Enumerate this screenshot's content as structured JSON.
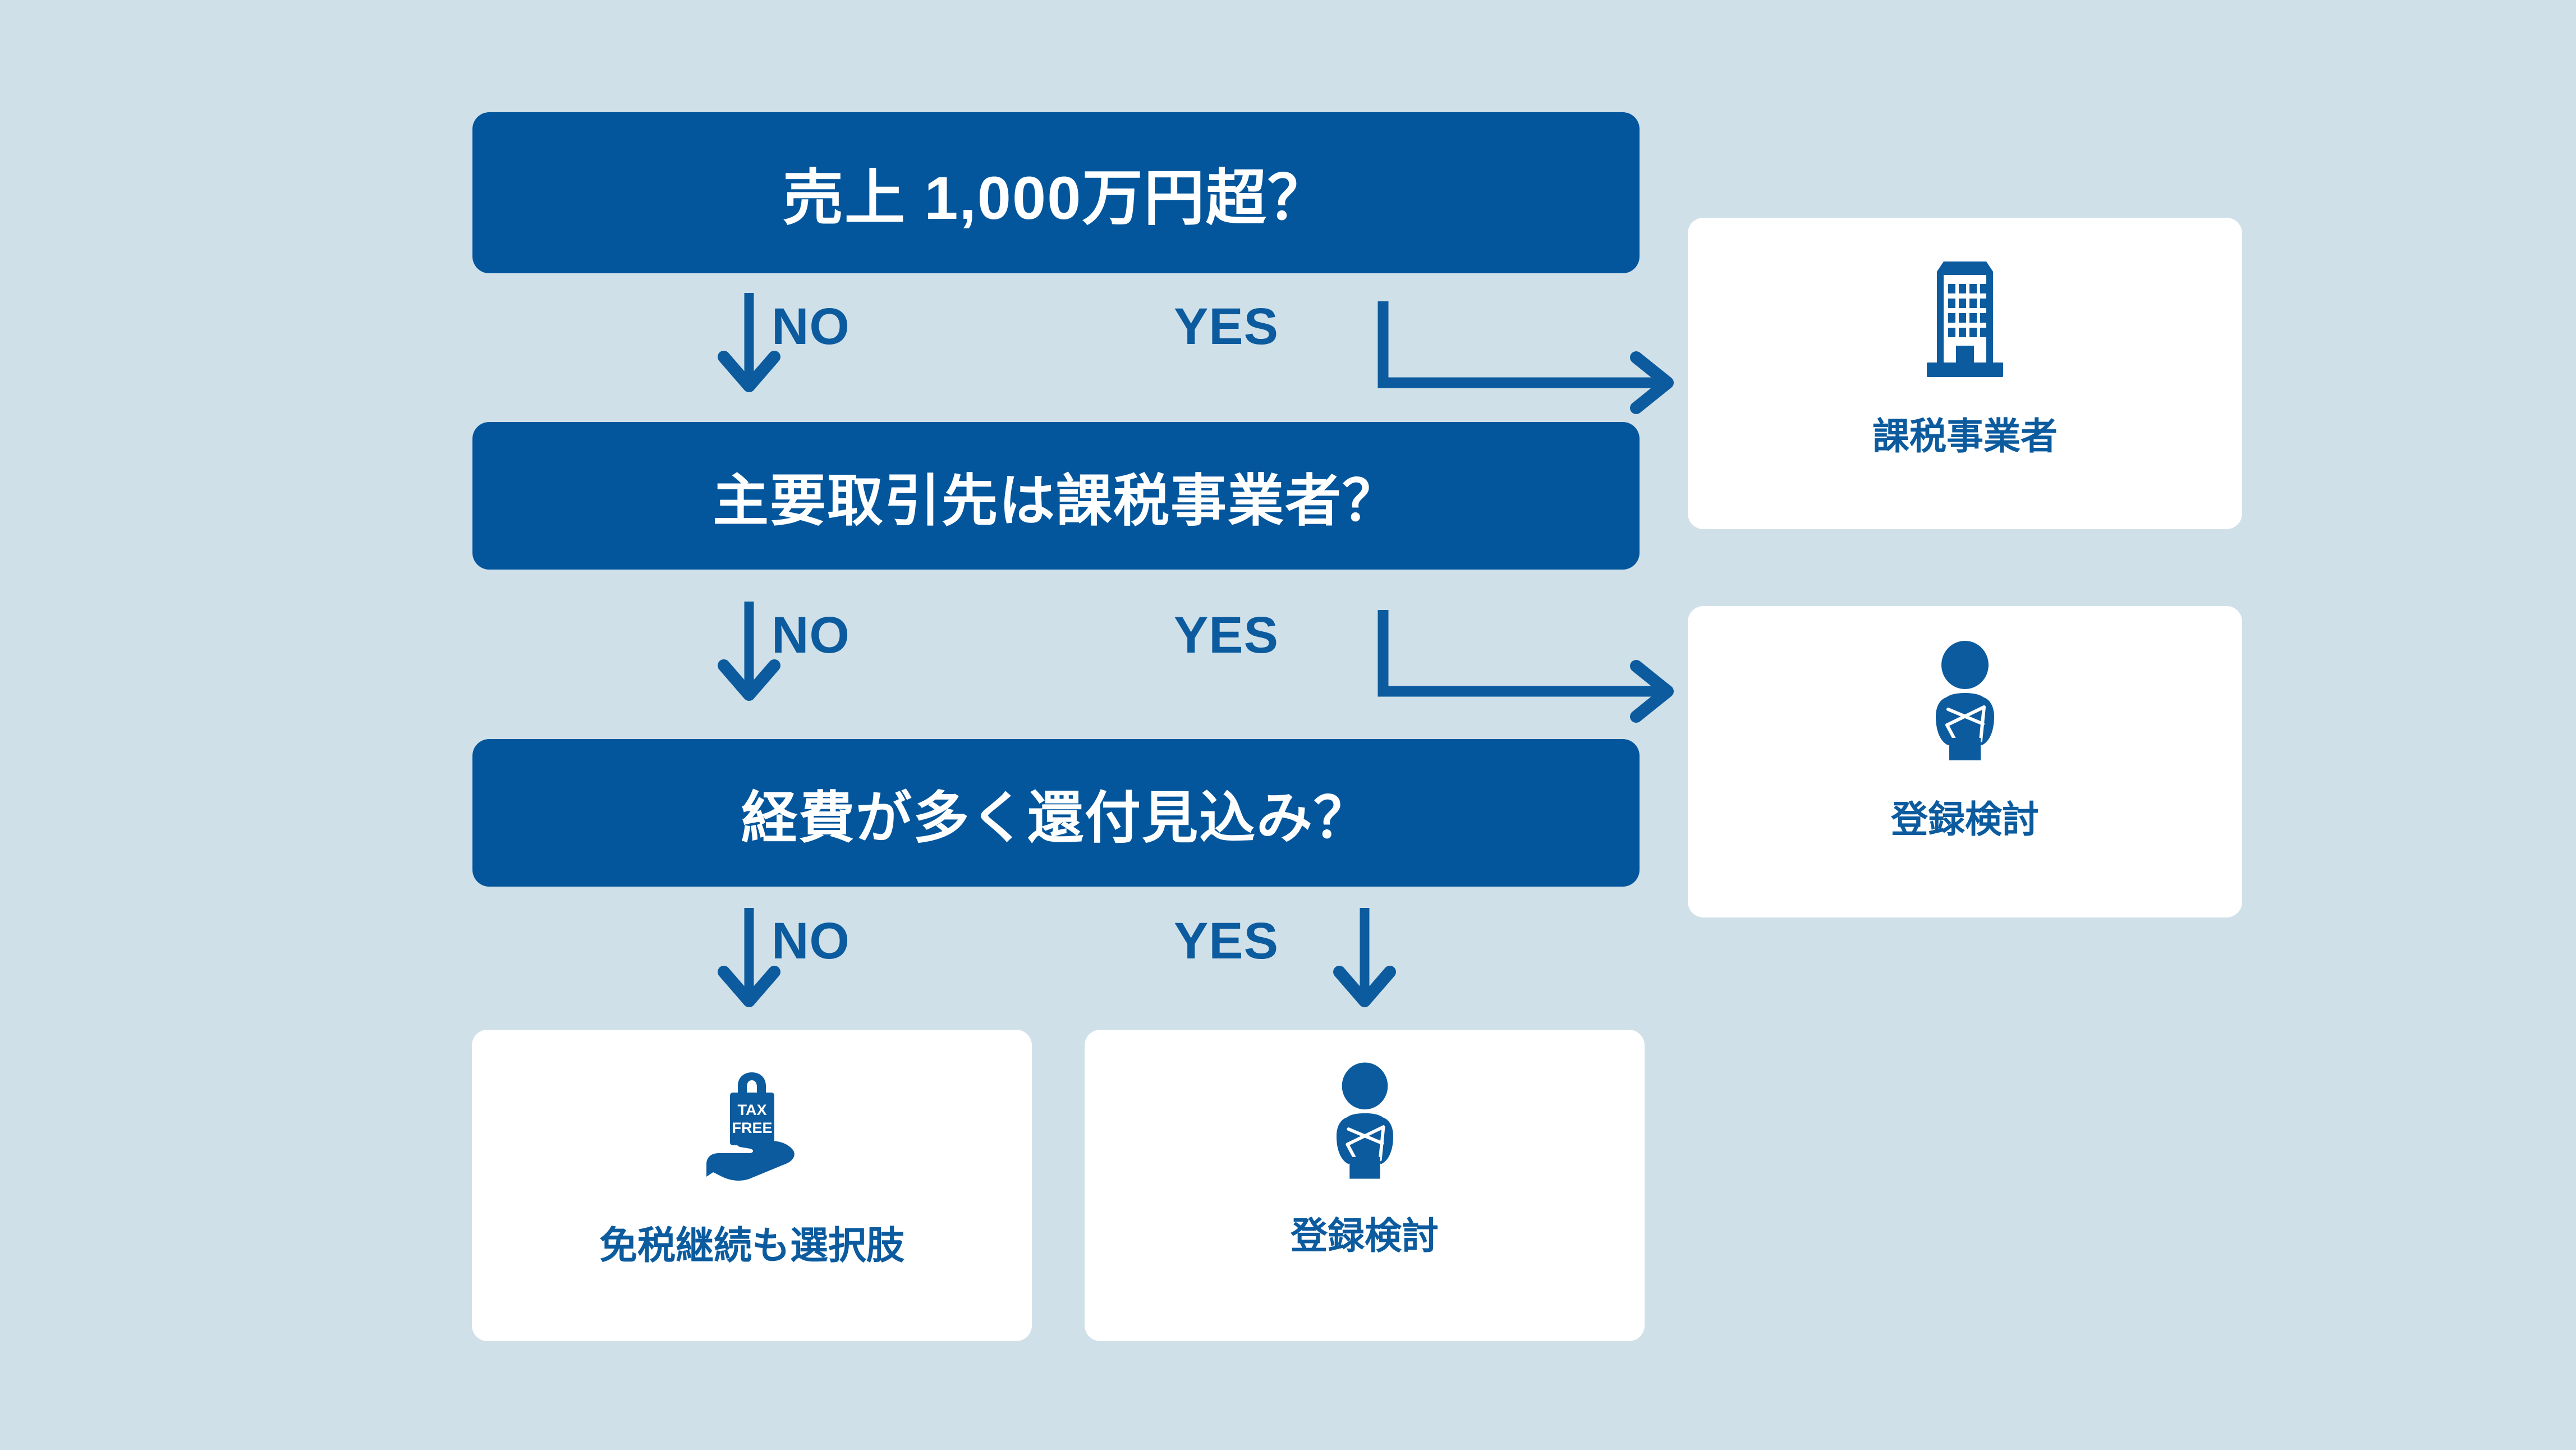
{
  "theme": {
    "background": "#cfe0e9",
    "box_blue": "#03569c",
    "accent_blue": "#0c5b9e",
    "card_white": "#ffffff"
  },
  "decisions": [
    {
      "id": "q1",
      "text": "売上 1,000万円超？"
    },
    {
      "id": "q2",
      "text": "主要取引先は課税事業者？"
    },
    {
      "id": "q3",
      "text": "経費が多く還付見込み？"
    }
  ],
  "edge_labels": {
    "no1": "NO",
    "yes1": "YES",
    "no2": "NO",
    "yes2": "YES",
    "no3": "NO",
    "yes3": "YES"
  },
  "results": [
    {
      "id": "taxable",
      "label": "課税事業者",
      "icon": "office-building-icon"
    },
    {
      "id": "consider1",
      "label": "登録検討",
      "icon": "person-arms-crossed-icon"
    },
    {
      "id": "taxfree",
      "label": "免税継続も選択肢",
      "icon": "tax-free-bag-on-hand-icon",
      "icon_text_line1": "TAX",
      "icon_text_line2": "FREE"
    },
    {
      "id": "consider2",
      "label": "登録検討",
      "icon": "person-arms-crossed-icon"
    }
  ]
}
